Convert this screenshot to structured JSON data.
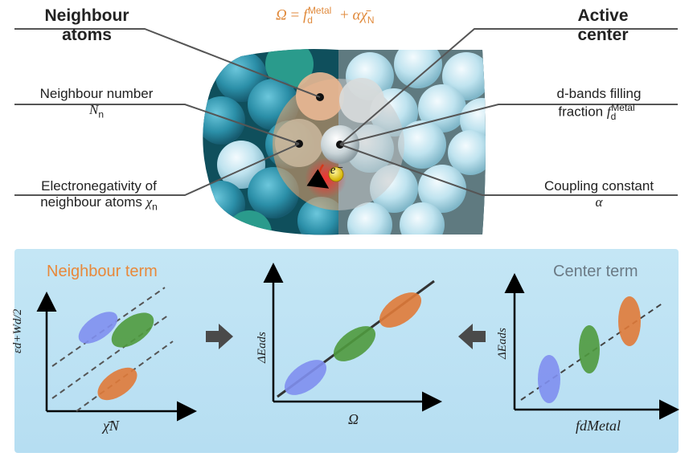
{
  "formula": {
    "omega": "Ω",
    "equals": "=",
    "f": "f",
    "f_sub": "d",
    "f_sup": "Metal",
    "plus": "+",
    "alpha_chi": "αχ̄",
    "chi_sub": "N"
  },
  "labels": {
    "neighbour_atoms": [
      "Neighbour",
      "atoms"
    ],
    "active_center": [
      "Active",
      "center"
    ],
    "neighbour_number": "Neighbour number",
    "n_symbol": "N",
    "n_sub": "n",
    "d_band_line1": "d-bands filling",
    "d_band_line2": "fraction",
    "fd_symbol": "f",
    "fd_sub": "d",
    "fd_sup": "Metal",
    "electroneg_line1": "Electronegativity of",
    "electroneg_line2": "neighbour atoms",
    "chi_symbol": "χ",
    "chi_sub": "n",
    "coupling_line1": "Coupling constant",
    "coupling_symbol": "α",
    "electron": "e⁻"
  },
  "panels": {
    "left_title": "Neighbour term",
    "left_ylabel": "εd+Wd/2",
    "left_xlabel": "χ̄N",
    "middle_ylabel": "ΔEads",
    "middle_xlabel": "Ω",
    "right_title": "Center term",
    "right_ylabel": "ΔEads",
    "right_xlabel": "fdMetal"
  },
  "colors": {
    "blue": "#7f8ff0",
    "green": "#4f9a3e",
    "orange": "#e07a38",
    "formula": "#e08a3c",
    "panel_bg": "#c0e4f4"
  }
}
